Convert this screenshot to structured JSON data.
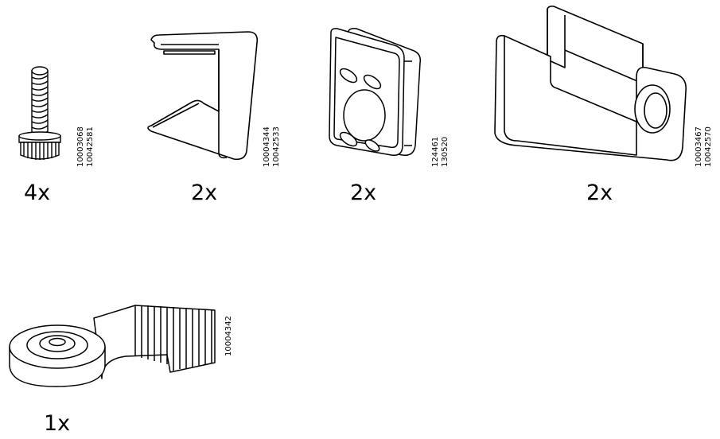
{
  "parts": [
    {
      "name": "bolt",
      "qty": "4x",
      "codes": [
        "10003068",
        "10042581"
      ]
    },
    {
      "name": "clip",
      "qty": "2x",
      "codes": [
        "10004344",
        "10042533"
      ]
    },
    {
      "name": "plug",
      "qty": "2x",
      "codes": [
        "124461",
        "130520"
      ]
    },
    {
      "name": "bracket",
      "qty": "2x",
      "codes": [
        "10003467",
        "10042570"
      ]
    },
    {
      "name": "foot",
      "qty": "1x",
      "codes": [
        "10004342"
      ]
    }
  ]
}
